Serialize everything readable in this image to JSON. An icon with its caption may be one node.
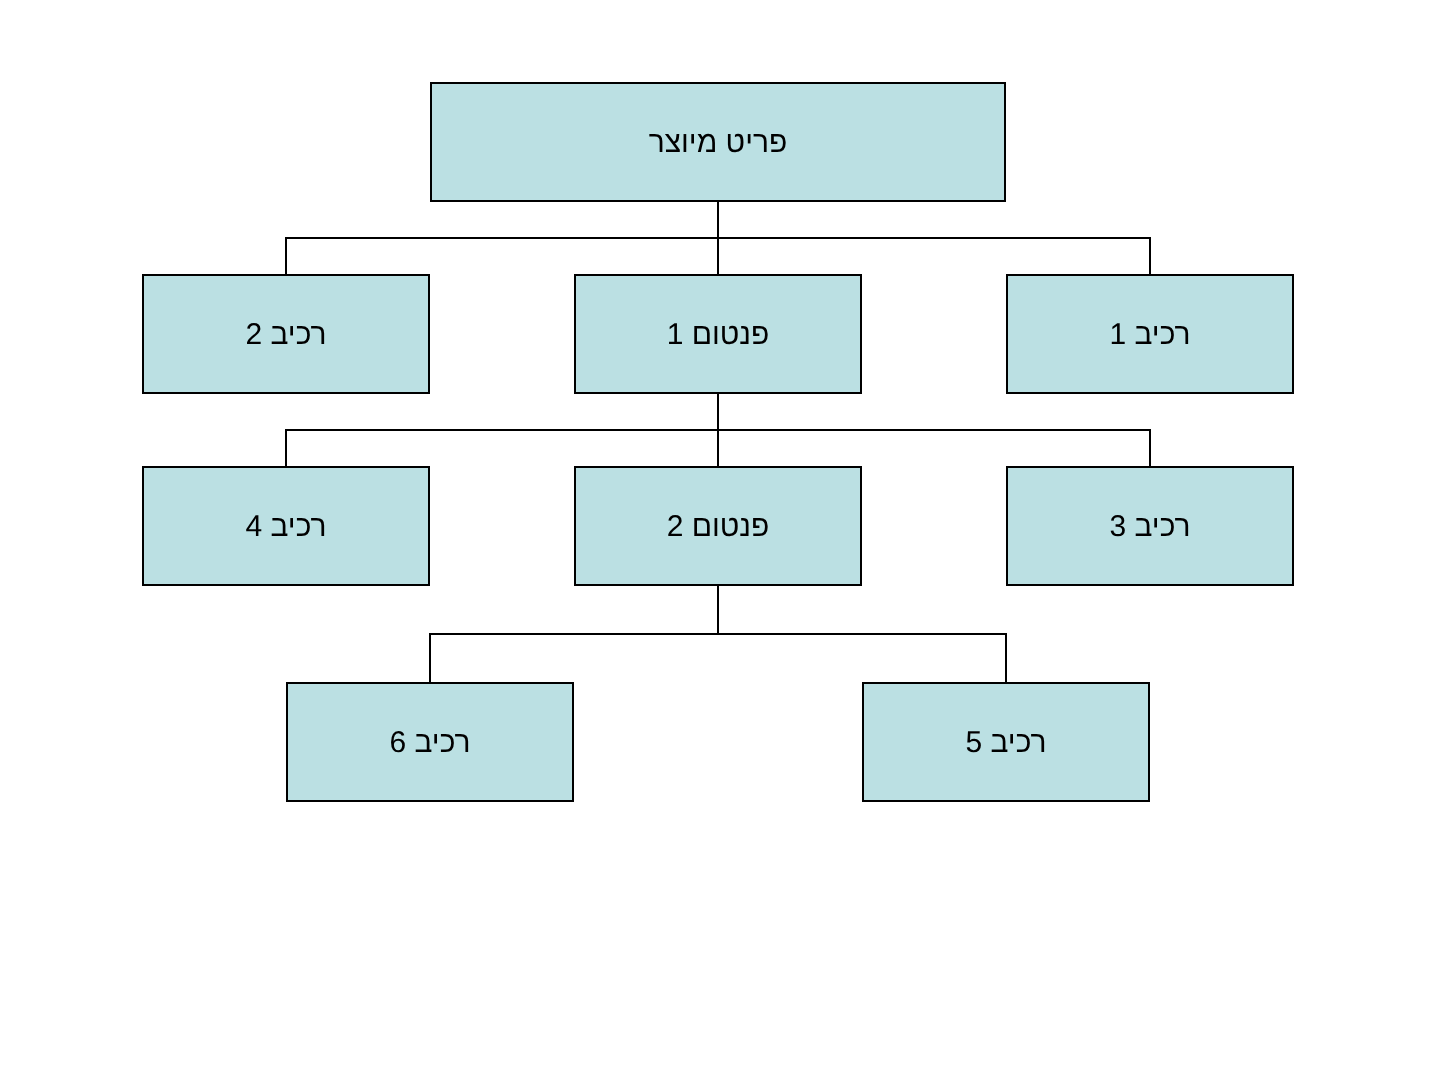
{
  "diagram": {
    "nodes": [
      {
        "text": [
          "פריט מיוצר"
        ]
      },
      {
        "text": [
          "רכיב 2"
        ]
      },
      {
        "text": [
          "פנטום 1"
        ]
      },
      {
        "text": [
          "רכיב 1"
        ]
      },
      {
        "text": [
          "רכיב 4"
        ]
      },
      {
        "text": [
          "פנטום 2"
        ]
      },
      {
        "text": [
          "רכיב 3"
        ]
      },
      {
        "text": [
          "רכיב 6"
        ]
      },
      {
        "text": [
          "רכיב 5"
        ]
      }
    ],
    "edges": [
      {
        "from": 0,
        "to": 1,
        "arrow": "none"
      },
      {
        "from": 0,
        "to": 2,
        "arrow": "none"
      },
      {
        "from": 0,
        "to": 3,
        "arrow": "none"
      },
      {
        "from": 2,
        "to": 4,
        "arrow": "none"
      },
      {
        "from": 2,
        "to": 5,
        "arrow": "none"
      },
      {
        "from": 2,
        "to": 6,
        "arrow": "none"
      },
      {
        "from": 5,
        "to": 7,
        "arrow": "none"
      },
      {
        "from": 5,
        "to": 8,
        "arrow": "none"
      }
    ]
  }
}
